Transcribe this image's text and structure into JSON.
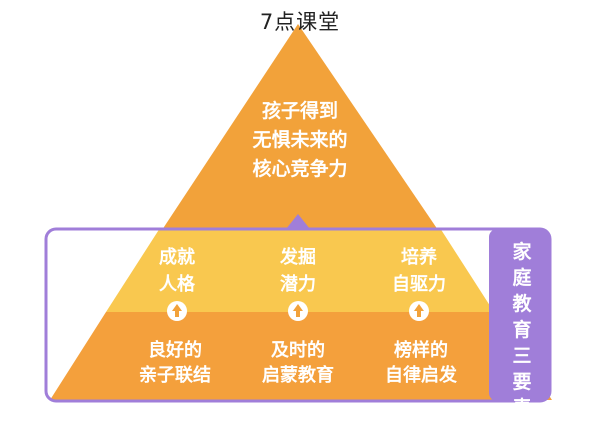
{
  "watermark": "7点课堂",
  "apex": {
    "text": "孩子得到\n无惧未来的\n核心竞争力"
  },
  "middle": [
    {
      "text": "成就\n人格"
    },
    {
      "text": "发掘\n潜力"
    },
    {
      "text": "培养\n自驱力"
    }
  ],
  "base": [
    {
      "text": "良好的\n亲子联结"
    },
    {
      "text": "及时的\n启蒙教育"
    },
    {
      "text": "榜样的\n自律启发"
    }
  ],
  "side_label": "家庭教育三要素",
  "colors": {
    "apex": "#f2a23a",
    "middle": "#f9c84f",
    "base": "#f4a03c",
    "frame": "#a07ed9",
    "side_panel": "#a07ed9"
  }
}
